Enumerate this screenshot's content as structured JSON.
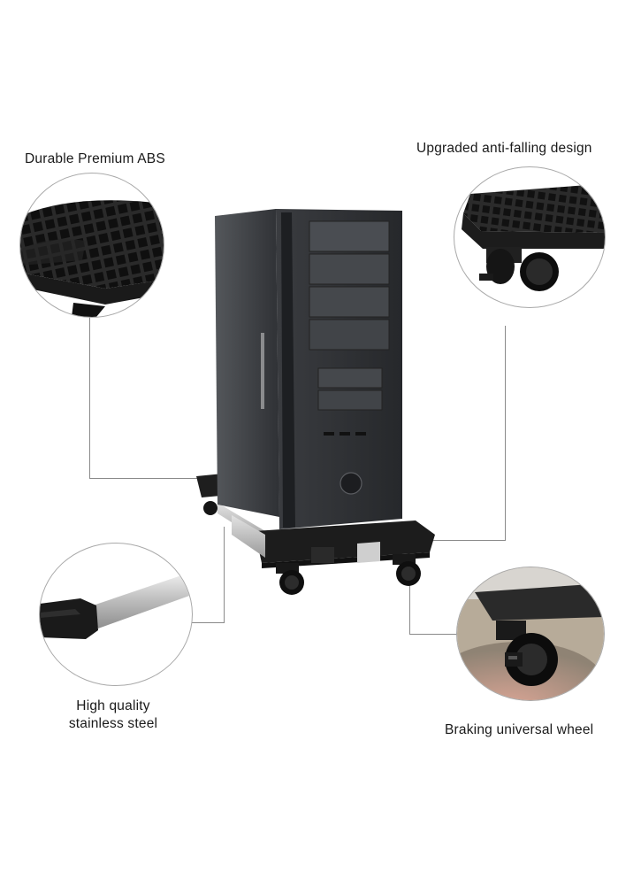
{
  "callouts": {
    "top_left": "Durable Premium ABS",
    "top_right": "Upgraded anti-falling design",
    "bottom_left_line1": "High quality",
    "bottom_left_line2": "stainless steel",
    "bottom_right": "Braking universal wheel"
  },
  "colors": {
    "case_body": "#3a3c3f",
    "case_front": "#2f3134",
    "stand_black": "#1c1c1c",
    "steel": "#c9c9c9",
    "carpet": "#caa392"
  }
}
